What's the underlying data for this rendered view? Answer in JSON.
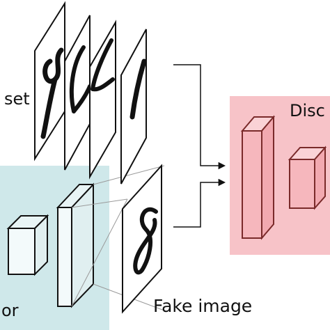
{
  "labels": {
    "real_set": "set",
    "discriminator": "Disc",
    "generator": "or",
    "fake_image": "Fake image"
  },
  "colors": {
    "generator_panel": "#cfe8ea",
    "discriminator_panel": "#f7c3c8",
    "discriminator_block_stroke": "#7a2a2a",
    "outline": "#111111"
  }
}
